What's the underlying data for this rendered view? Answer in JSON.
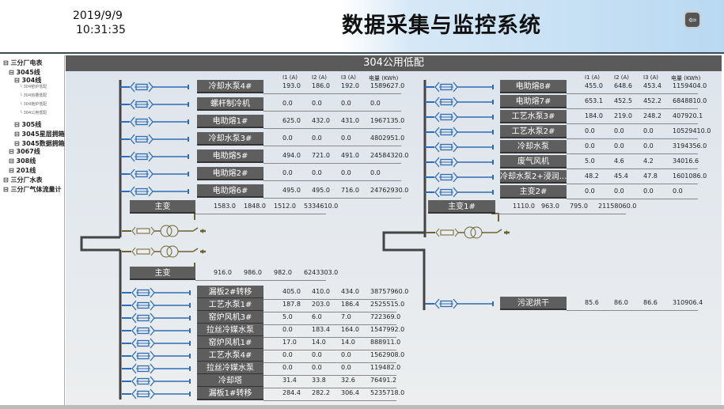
{
  "header": {
    "date": "2019/9/9",
    "time": "10:31:35",
    "title": "数据采集与监控系统",
    "exit_icon": "exit-door-icon"
  },
  "sidebar": {
    "items": [
      {
        "label": "三分厂电表",
        "level": 0,
        "bold": true
      },
      {
        "label": "3045线",
        "level": 1,
        "bold": true
      },
      {
        "label": "304线",
        "level": 2,
        "bold": true
      },
      {
        "label": "304窑炉低配",
        "level": 3
      },
      {
        "label": "304熔槽低配",
        "level": 3
      },
      {
        "label": "304拖炉低配",
        "level": 3
      },
      {
        "label": "304公用低配",
        "level": 3
      },
      {
        "label": "305线",
        "level": 2,
        "bold": true
      },
      {
        "label": "3045星层拥箱",
        "level": 2,
        "bold": true
      },
      {
        "label": "3045数据拥箱",
        "level": 2,
        "bold": true
      },
      {
        "label": "3067线",
        "level": 1,
        "bold": true
      },
      {
        "label": "308线",
        "level": 1,
        "bold": true
      },
      {
        "label": "201线",
        "level": 1,
        "bold": true
      },
      {
        "label": "三分厂水表",
        "level": 0,
        "bold": true
      },
      {
        "label": "三分厂气体流量计",
        "level": 0,
        "bold": true
      }
    ]
  },
  "main": {
    "title": "304公用低配",
    "columns": [
      "I1 (A)",
      "I2 (A)",
      "I3 (A)",
      "电量 (KWh)"
    ],
    "left_top": [
      {
        "name": "冷却水泵4#",
        "v": [
          "193.0",
          "186.0",
          "192.0",
          "1589627.0"
        ]
      },
      {
        "name": "螺杆制冷机",
        "v": [
          "0.0",
          "0.0",
          "0.0",
          "0.0"
        ]
      },
      {
        "name": "电助熔1#",
        "v": [
          "625.0",
          "432.0",
          "431.0",
          "1967135.0"
        ]
      },
      {
        "name": "冷却水泵3#",
        "v": [
          "0.0",
          "0.0",
          "0.0",
          "4802951.0"
        ]
      },
      {
        "name": "电助熔5#",
        "v": [
          "494.0",
          "721.0",
          "491.0",
          "24584320.0"
        ]
      },
      {
        "name": "电助熔2#",
        "v": [
          "0.0",
          "0.0",
          "0.0",
          "0.0"
        ]
      },
      {
        "name": "电助熔6#",
        "v": [
          "495.0",
          "495.0",
          "716.0",
          "24762930.0"
        ]
      }
    ],
    "left_main_top": {
      "name": "主变",
      "v": [
        "1583.0",
        "1848.0",
        "1512.0",
        "5334610.0"
      ]
    },
    "left_main_bottom": {
      "name": "主变",
      "v": [
        "916.0",
        "986.0",
        "982.0",
        "6243303.0"
      ]
    },
    "left_bottom": [
      {
        "name": "漏板2#转移",
        "v": [
          "405.0",
          "410.0",
          "434.0",
          "38757960.0"
        ]
      },
      {
        "name": "工艺水泵1#",
        "v": [
          "187.8",
          "203.0",
          "186.4",
          "2525515.0"
        ]
      },
      {
        "name": "窑炉风机3#",
        "v": [
          "5.0",
          "6.0",
          "7.0",
          "722369.0"
        ]
      },
      {
        "name": "拉丝冷媒水泵",
        "v": [
          "0.0",
          "183.4",
          "164.0",
          "1547992.0"
        ]
      },
      {
        "name": "窑炉风机1#",
        "v": [
          "17.0",
          "14.0",
          "14.0",
          "888911.0"
        ]
      },
      {
        "name": "工艺水泵4#",
        "v": [
          "0.0",
          "0.0",
          "0.0",
          "1562908.0"
        ]
      },
      {
        "name": "拉丝冷媒水泵",
        "v": [
          "0.0",
          "0.0",
          "0.0",
          "119482.0"
        ]
      },
      {
        "name": "冷却塔",
        "v": [
          "31.4",
          "33.8",
          "32.6",
          "76491.2"
        ]
      },
      {
        "name": "漏板1#转移",
        "v": [
          "284.4",
          "282.2",
          "306.4",
          "5235718.0"
        ]
      }
    ],
    "right_top": [
      {
        "name": "电助熔8#",
        "v": [
          "455.0",
          "648.6",
          "453.4",
          "1159404.0"
        ]
      },
      {
        "name": "电助熔7#",
        "v": [
          "653.1",
          "452.5",
          "452.2",
          "6848810.0"
        ]
      },
      {
        "name": "工艺水泵3#",
        "v": [
          "184.0",
          "219.0",
          "248.2",
          "407920.1"
        ]
      },
      {
        "name": "工艺水泵2#",
        "v": [
          "0.0",
          "0.0",
          "0.0",
          "10529410.0"
        ]
      },
      {
        "name": "冷却水泵",
        "v": [
          "0.0",
          "0.0",
          "0.0",
          "3194356.0"
        ]
      },
      {
        "name": "废气风机",
        "v": [
          "5.0",
          "4.6",
          "4.2",
          "34016.6"
        ]
      },
      {
        "name": "冷却水泵2+浸润...",
        "v": [
          "48.2",
          "45.4",
          "47.8",
          "1601086.0"
        ]
      },
      {
        "name": "主变2#",
        "v": [
          "0.0",
          "0.0",
          "0.0",
          "0.0"
        ]
      }
    ],
    "right_main": {
      "name": "主变1#",
      "v": [
        "1110.0",
        "963.0",
        "795.0",
        "21158060.0"
      ]
    },
    "right_bottom": [
      {
        "name": "污泥烘干",
        "v": [
          "85.6",
          "86.0",
          "86.6",
          "310906.4"
        ]
      }
    ]
  },
  "colors": {
    "feeder": "#2e6db4",
    "transformer": "#6b6330",
    "label_bg": "#5e5e5e",
    "bus": "#444444",
    "title_bar": "#5a5a5a"
  }
}
